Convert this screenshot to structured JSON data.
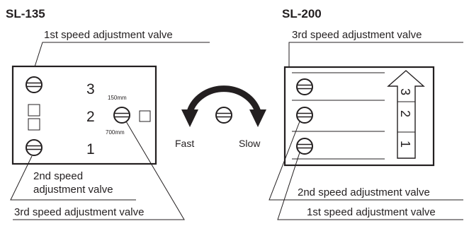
{
  "left": {
    "title": "SL-135",
    "label_top": "1st speed adjustment valve",
    "label_bottom_line1": "2nd speed",
    "label_bottom_line2": "adjustment valve",
    "label_third": "3rd speed adjustment valve",
    "num_3": "3",
    "num_2": "2",
    "num_1": "1",
    "size_top": "150mm",
    "size_bottom": "700mm"
  },
  "center": {
    "fast": "Fast",
    "slow": "Slow"
  },
  "right": {
    "title": "SL-200",
    "label_top": "3rd speed adjustment valve",
    "label_mid": "2nd speed adjustment valve",
    "label_bottom": "1st speed adjustment valve",
    "num_3": "3",
    "num_2": "2",
    "num_1": "1"
  }
}
